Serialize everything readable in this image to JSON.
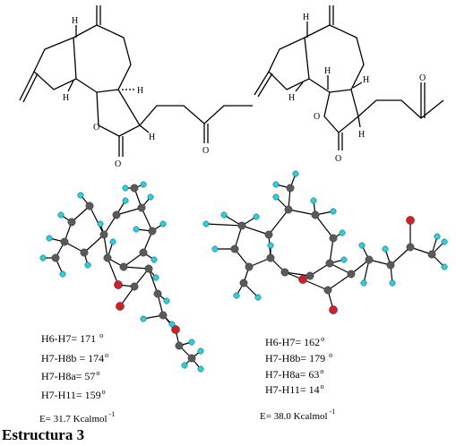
{
  "structures": [
    {
      "atoms": {
        "H": "H",
        "O": "O"
      },
      "angles": [
        {
          "label": "H6-H7=",
          "value": "171",
          "unit": "o"
        },
        {
          "label": "H7-H8b =",
          "value": "174",
          "unit": "o"
        },
        {
          "label": "H7-H8a=",
          "value": "57",
          "unit": "o"
        },
        {
          "label": "H7-H11=",
          "value": "159",
          "unit": "o"
        }
      ],
      "energy": {
        "text": "E= 31.7 Kcalmol",
        "exp": "-1"
      }
    },
    {
      "atoms": {
        "H": "H",
        "O": "O"
      },
      "angles": [
        {
          "label": "H6-H7=",
          "value": "162",
          "unit": "o"
        },
        {
          "label": "H7-H8b=",
          "value": "179",
          "unit": "o"
        },
        {
          "label": "H7-H8a=",
          "value": "63",
          "unit": "o"
        },
        {
          "label": "H7-H11=",
          "value": "14",
          "unit": "o"
        }
      ],
      "energy": {
        "text": "E= 38.0 Kcalmol",
        "exp": "-1"
      }
    }
  ],
  "caption": "Estructura 3",
  "colors": {
    "carbon": "#5a5a5a",
    "hydrogen": "#22d3e3",
    "oxygen": "#d0202a",
    "bond": "#000000"
  }
}
